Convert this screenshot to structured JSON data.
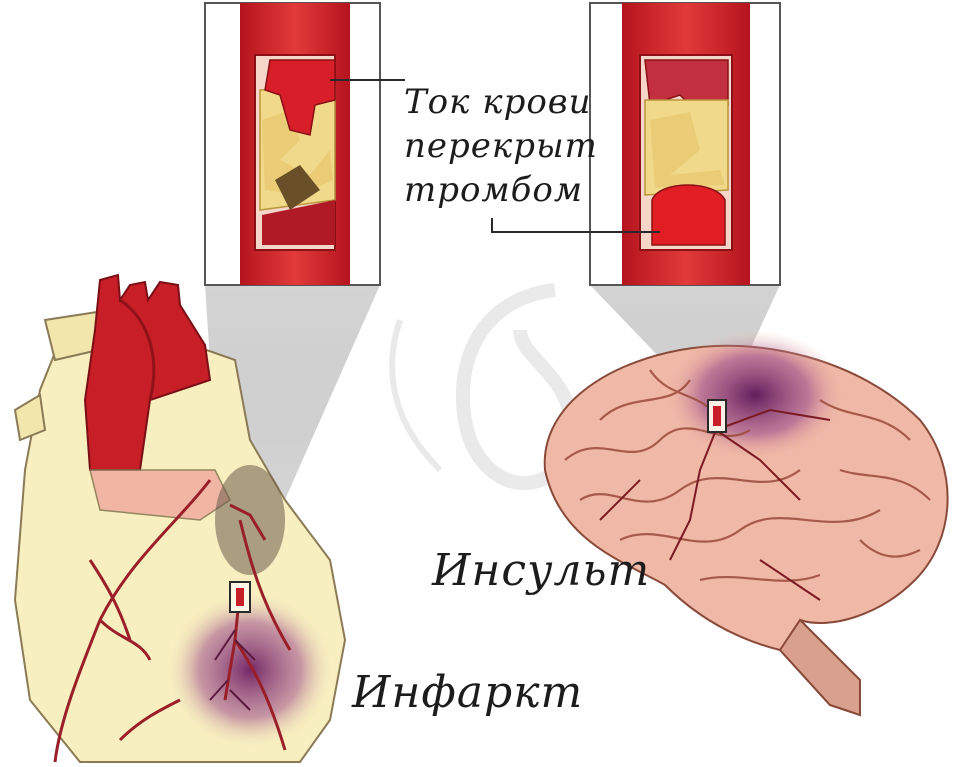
{
  "labels": {
    "callout_line1": "Ток крови",
    "callout_line2": "перекрыт",
    "callout_line3": "тромбом",
    "stroke": "Инсульт",
    "infarction": "Инфаркт"
  },
  "colors": {
    "blood_red": "#d0202a",
    "plaque": "#f0d98a",
    "heart_fill": "#f8efc0",
    "brain_fill": "#f0b8a6",
    "infarct_zone": "#7a2a6a"
  }
}
